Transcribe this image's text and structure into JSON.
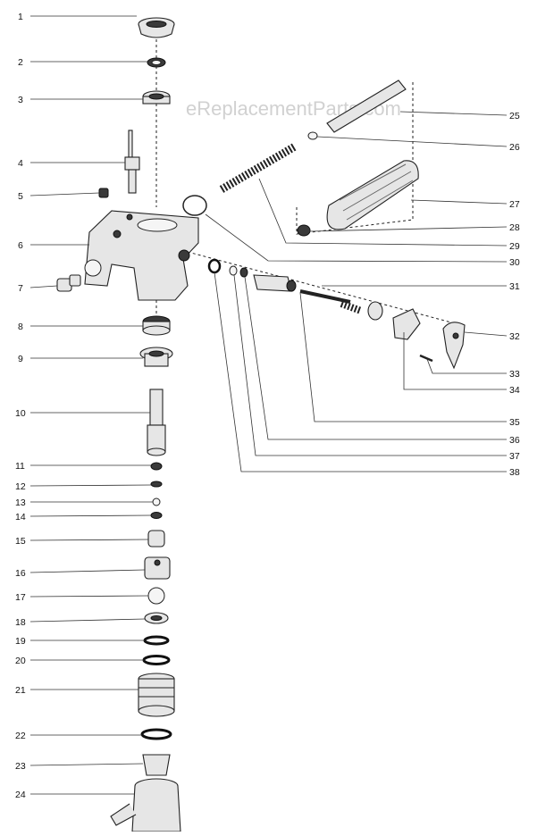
{
  "watermark": "eReplacementParts.com",
  "callouts": [
    "1",
    "2",
    "3",
    "4",
    "5",
    "6",
    "7",
    "8",
    "9",
    "10",
    "11",
    "12",
    "13",
    "14",
    "15",
    "16",
    "17",
    "18",
    "19",
    "20",
    "21",
    "22",
    "23",
    "24",
    "25",
    "26",
    "27",
    "28",
    "29",
    "30",
    "31",
    "32",
    "33",
    "34",
    "35",
    "36",
    "37",
    "38"
  ]
}
